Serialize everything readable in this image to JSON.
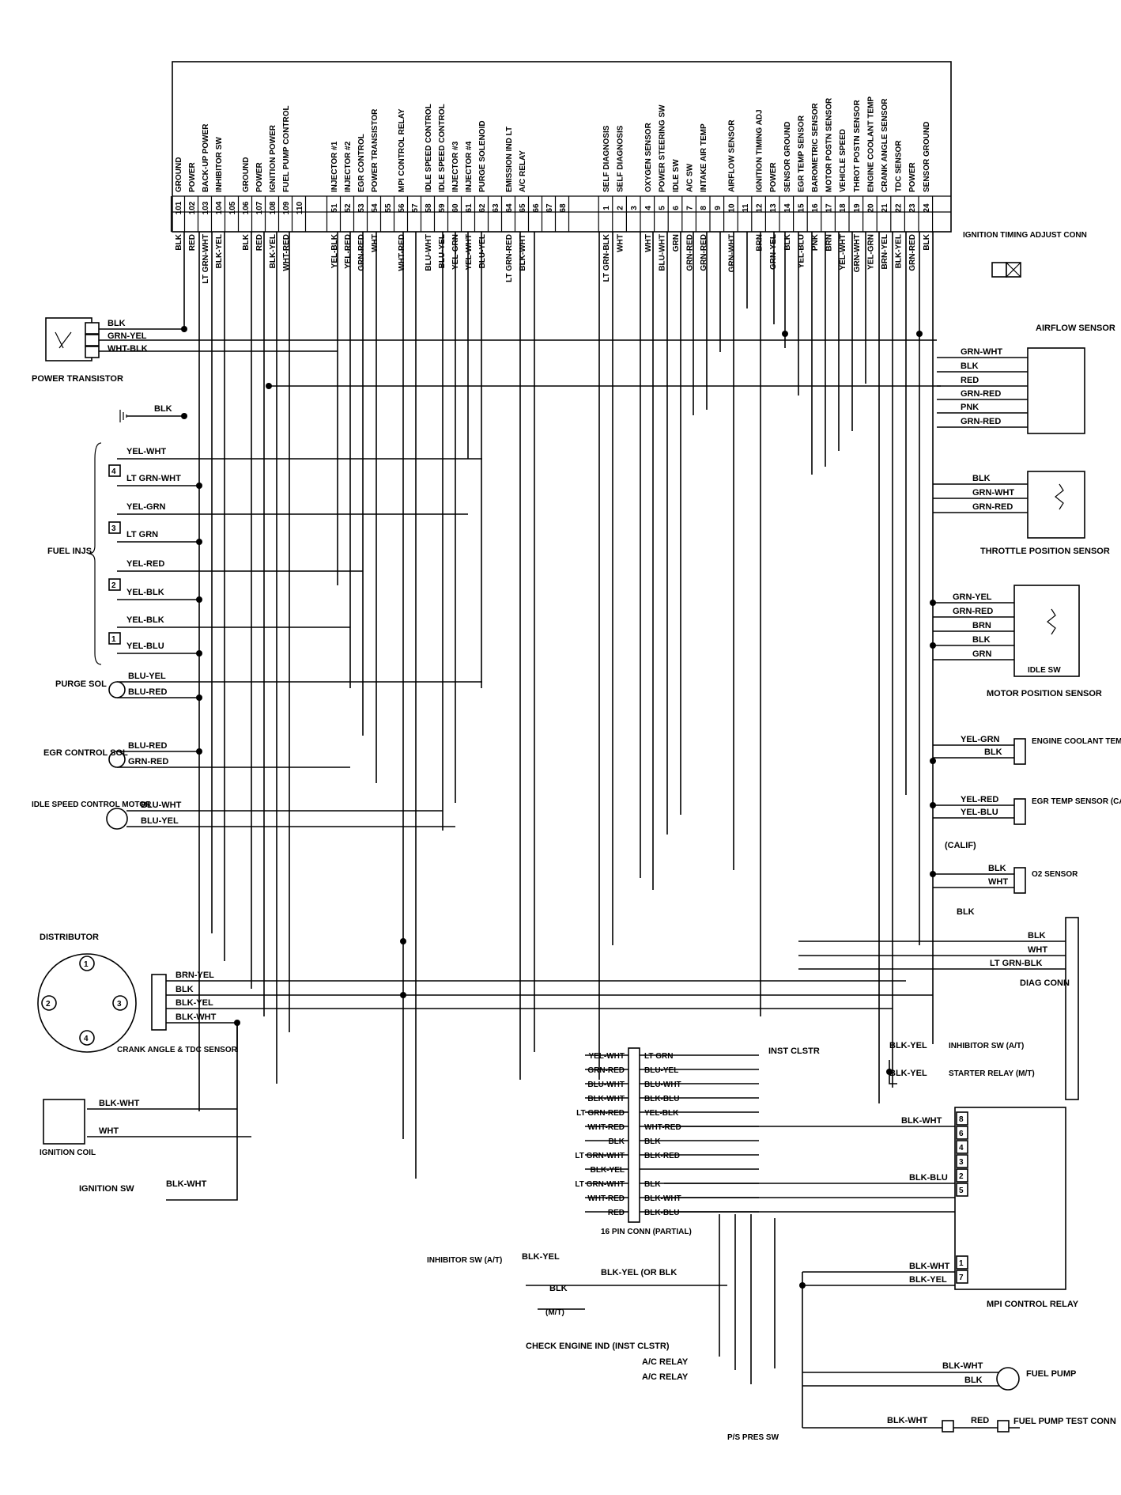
{
  "ecu": {
    "pins_left": [
      {
        "num": "101",
        "func": "GROUND",
        "wire": "BLK"
      },
      {
        "num": "102",
        "func": "POWER",
        "wire": "RED"
      },
      {
        "num": "103",
        "func": "BACK-UP POWER",
        "wire": "LT GRN-WHT"
      },
      {
        "num": "104",
        "func": "INHIBITOR SW",
        "wire": "BLK-YEL"
      },
      {
        "num": "105",
        "func": "",
        "wire": ""
      },
      {
        "num": "106",
        "func": "GROUND",
        "wire": "BLK"
      },
      {
        "num": "107",
        "func": "POWER",
        "wire": "RED"
      },
      {
        "num": "108",
        "func": "IGNITION POWER",
        "wire": "BLK-YEL"
      },
      {
        "num": "109",
        "func": "FUEL PUMP CONTROL",
        "wire": "WHT-RED"
      },
      {
        "num": "110",
        "func": "",
        "wire": ""
      }
    ],
    "pins_mid": [
      {
        "num": "51",
        "func": "INJECTOR #1",
        "wire": "YEL-BLK"
      },
      {
        "num": "52",
        "func": "INJECTOR #2",
        "wire": "YEL-RED"
      },
      {
        "num": "53",
        "func": "EGR CONTROL",
        "wire": "GRN-RED"
      },
      {
        "num": "54",
        "func": "POWER TRANSISTOR",
        "wire": "WHT"
      },
      {
        "num": "55",
        "func": "",
        "wire": ""
      },
      {
        "num": "56",
        "func": "MPI CONTROL RELAY",
        "wire": "WHT-RED"
      },
      {
        "num": "57",
        "func": "",
        "wire": ""
      },
      {
        "num": "58",
        "func": "IDLE SPEED CONTROL",
        "wire": "BLU-WHT"
      },
      {
        "num": "59",
        "func": "IDLE SPEED CONTROL",
        "wire": "BLU-YEL"
      },
      {
        "num": "60",
        "func": "INJECTOR #3",
        "wire": "YEL-GRN"
      },
      {
        "num": "61",
        "func": "INJECTOR #4",
        "wire": "YEL-WHT"
      },
      {
        "num": "62",
        "func": "PURGE SOLENOID",
        "wire": "BLU-YEL"
      },
      {
        "num": "63",
        "func": "",
        "wire": ""
      },
      {
        "num": "64",
        "func": "EMISSION IND LT",
        "wire": "LT GRN-RED"
      },
      {
        "num": "65",
        "func": "A/C RELAY",
        "wire": "BLK-WHT"
      },
      {
        "num": "66",
        "func": "",
        "wire": ""
      },
      {
        "num": "67",
        "func": "",
        "wire": ""
      },
      {
        "num": "68",
        "func": "",
        "wire": ""
      }
    ],
    "pins_right": [
      {
        "num": "1",
        "func": "SELF DIAGNOSIS",
        "wire": "LT GRN-BLK"
      },
      {
        "num": "2",
        "func": "SELF DIAGNOSIS",
        "wire": "WHT"
      },
      {
        "num": "3",
        "func": "",
        "wire": ""
      },
      {
        "num": "4",
        "func": "OXYGEN SENSOR",
        "wire": "WHT"
      },
      {
        "num": "5",
        "func": "POWER STEERING SW",
        "wire": "BLU-WHT"
      },
      {
        "num": "6",
        "func": "IDLE SW",
        "wire": "GRN"
      },
      {
        "num": "7",
        "func": "A/C SW",
        "wire": "GRN-RED"
      },
      {
        "num": "8",
        "func": "INTAKE AIR TEMP",
        "wire": "GRN-RED"
      },
      {
        "num": "9",
        "func": "",
        "wire": ""
      },
      {
        "num": "10",
        "func": "AIRFLOW SENSOR",
        "wire": "GRN-WHT"
      },
      {
        "num": "11",
        "func": "",
        "wire": ""
      },
      {
        "num": "12",
        "func": "IGNITION TIMING ADJ",
        "wire": "BRN"
      },
      {
        "num": "13",
        "func": "POWER",
        "wire": "GRN-YEL"
      },
      {
        "num": "14",
        "func": "SENSOR GROUND",
        "wire": "BLK"
      },
      {
        "num": "15",
        "func": "EGR TEMP SENSOR",
        "wire": "YEL-BLU"
      },
      {
        "num": "16",
        "func": "BAROMETRIC SENSOR",
        "wire": "PNK"
      },
      {
        "num": "17",
        "func": "MOTOR POSTN SENSOR",
        "wire": "BRN"
      },
      {
        "num": "18",
        "func": "VEHICLE SPEED",
        "wire": "YEL-WHT"
      },
      {
        "num": "19",
        "func": "THROT POSTN SENSOR",
        "wire": "GRN-WHT"
      },
      {
        "num": "20",
        "func": "ENGINE COOLANT TEMP",
        "wire": "YEL-GRN"
      },
      {
        "num": "21",
        "func": "CRANK ANGLE SENSOR",
        "wire": "BRN-YEL"
      },
      {
        "num": "22",
        "func": "TDC SENSOR",
        "wire": "BLK-YEL"
      },
      {
        "num": "23",
        "func": "POWER",
        "wire": "GRN-RED"
      },
      {
        "num": "24",
        "func": "SENSOR GROUND",
        "wire": "BLK"
      }
    ]
  },
  "components": {
    "power_transistor": "POWER TRANSISTOR",
    "fuel_injs": "FUEL INJS",
    "purge_sol": "PURGE SOL",
    "egr_control_sol": "EGR CONTROL SOL",
    "idle_speed_control_motor": "IDLE SPEED CONTROL MOTOR",
    "distributor": "DISTRIBUTOR",
    "crank_angle": "CRANK ANGLE & TDC SENSOR",
    "ignition_coil": "IGNITION COIL",
    "ignition_sw": "IGNITION SW",
    "ignition_timing_adjust_conn": "IGNITION TIMING ADJUST CONN",
    "airflow_sensor": "AIRFLOW SENSOR",
    "throttle_position_sensor": "THROTTLE POSITION SENSOR",
    "idle_sw": "IDLE SW",
    "motor_position_sensor": "MOTOR POSITION SENSOR",
    "engine_coolant_temp_sens": "ENGINE COOLANT TEMP SENS",
    "egr_temp_sensor": "EGR TEMP SENSOR (CALIF)",
    "calif": "(CALIF)",
    "o2_sensor": "O2 SENSOR",
    "diag_conn": "DIAG CONN",
    "inst_clstr": "INST CLSTR",
    "inhibitor_sw_at": "INHIBITOR SW (A/T)",
    "starter_relay_mt": "STARTER RELAY (M/T)",
    "mpi_control_relay": "MPI CONTROL RELAY",
    "pin_conn_16": "16 PIN CONN (PARTIAL)",
    "inhibitor_sw_left": "INHIBITOR SW (A/T)",
    "mt": "(M/T)",
    "check_engine_ind": "CHECK ENGINE IND (INST CLSTR)",
    "ac_relay_1": "A/C RELAY",
    "ac_relay_2": "A/C RELAY",
    "fuel_pump": "FUEL PUMP",
    "fuel_pump_test_conn": "FUEL PUMP TEST CONN",
    "ps_pres_sw": "P/S PRES SW"
  },
  "labels": {
    "pt_wires": [
      "BLK",
      "GRN-YEL",
      "WHT-BLK"
    ],
    "ground_blk": "BLK",
    "inj4": [
      "YEL-WHT",
      "LT GRN-WHT"
    ],
    "inj3": [
      "YEL-GRN",
      "LT GRN"
    ],
    "inj2a": [
      "YEL-RED"
    ],
    "inj2": [
      "YEL-BLK"
    ],
    "inj1": [
      "YEL-BLK",
      "YEL-BLU"
    ],
    "inj_nums": [
      "4",
      "3",
      "2",
      "1"
    ],
    "purge": [
      "BLU-YEL",
      "BLU-RED"
    ],
    "egr": [
      "BLU-RED",
      "GRN-RED"
    ],
    "isc": [
      "BLU-WHT",
      "BLU-YEL"
    ],
    "dist_wires": [
      "BRN-YEL",
      "BLK",
      "BLK-YEL",
      "BLK-WHT"
    ],
    "dist_nums": [
      "1",
      "2",
      "3",
      "4"
    ],
    "coil_wires": [
      "BLK-WHT",
      "WHT"
    ],
    "ign_sw_wire": "BLK-WHT",
    "airflow_wires": [
      "GRN-WHT",
      "BLK",
      "RED",
      "GRN-RED",
      "PNK",
      "GRN-RED"
    ],
    "tps_wires": [
      "BLK",
      "GRN-WHT",
      "GRN-RED"
    ],
    "mps_wires": [
      "GRN-YEL",
      "GRN-RED",
      "BRN",
      "BLK",
      "GRN"
    ],
    "ect_wires": [
      "YEL-GRN",
      "BLK"
    ],
    "egrt_wires": [
      "YEL-RED",
      "YEL-BLU"
    ],
    "o2_wires": [
      "BLK",
      "WHT"
    ],
    "o2_ground": "BLK",
    "diag_wires": [
      "BLK",
      "WHT",
      "LT GRN-BLK"
    ],
    "conn16_left": [
      "YEL-WHT",
      "GRN-RED",
      "BLU-WHT",
      "BLK-WHT",
      "LT GRN-RED",
      "WHT-RED",
      "BLK",
      "LT GRN-WHT",
      "BLK-YEL",
      "LT GRN-WHT",
      "WHT-RED",
      "RED"
    ],
    "conn16_right": [
      "LT GRN",
      "BLU-YEL",
      "BLU-WHT",
      "BLK-BLU",
      "YEL-BLK",
      "WHT-RED",
      "BLK",
      "BLK-RED",
      "",
      "BLK",
      "BLK-WHT",
      "BLK-BLU"
    ],
    "inhib_wires": [
      "BLK-YEL",
      "BLK-YEL"
    ],
    "relay_wires": [
      "BLK-WHT",
      "BLK-BLU",
      "BLK-WHT",
      "BLK-YEL"
    ],
    "relay_pins": [
      "8",
      "6",
      "4",
      "3",
      "2",
      "5",
      "1",
      "7"
    ],
    "left_inhib": [
      "BLK-YEL",
      "BLK-YEL (OR BLK",
      "BLK"
    ],
    "fuel_pump_wires": [
      "BLK-WHT",
      "BLK"
    ],
    "fp_test_wires": [
      "BLK-WHT",
      "RED"
    ]
  }
}
